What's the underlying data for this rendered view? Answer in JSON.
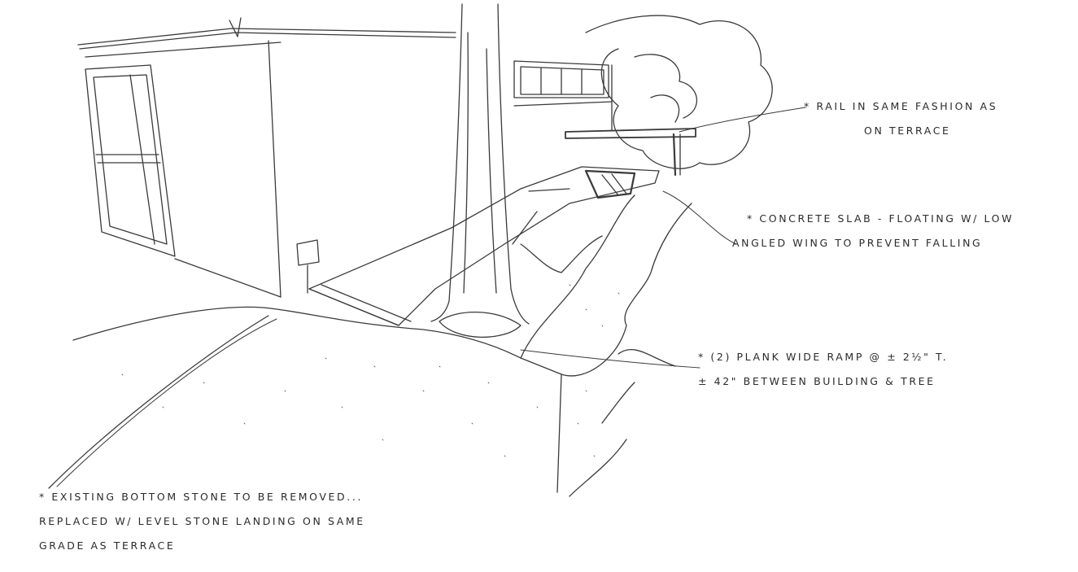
{
  "annotations": {
    "rail": {
      "line1": "* Rail in same fashion as",
      "line2": "on terrace"
    },
    "slab": {
      "line1": "* Concrete slab - floating w/ low",
      "line2": "angled wing to prevent falling"
    },
    "ramp": {
      "line1": "* (2) Plank wide ramp @ ± 2½\" T.",
      "line2": "± 42\" between building & tree"
    },
    "stone": {
      "line1": "* Existing bottom stone to be removed...",
      "line2": "replaced w/ level stone landing on same",
      "line3": "grade as terrace"
    }
  },
  "colors": {
    "pencil": "#2b2b2b",
    "paper": "#ffffff"
  }
}
